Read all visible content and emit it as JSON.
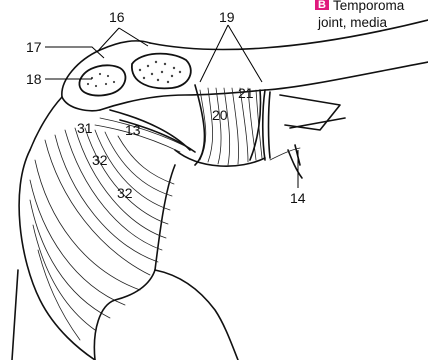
{
  "caption": {
    "badge": "B",
    "line1": "Temporoma",
    "line2": "joint, media"
  },
  "labels": {
    "l16": "16",
    "l17": "17",
    "l18": "18",
    "l19": "19",
    "l20": "20",
    "l21": "21",
    "l31": "31",
    "l13": "13",
    "l32a": "32",
    "l32b": "32",
    "l14": "14"
  }
}
